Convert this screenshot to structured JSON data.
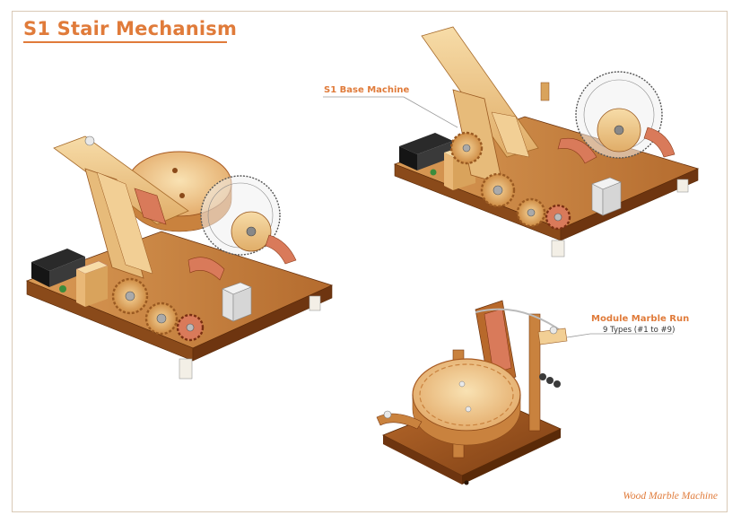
{
  "document": {
    "title": "S1 Stair Mechanism",
    "footer": "Wood Marble Machine"
  },
  "callouts": {
    "base_machine": "S1 Base Machine",
    "module_run": "Module Marble Run",
    "module_run_sub": "9 Types (#1 to #9)"
  },
  "colors": {
    "accent": "#e07b3a",
    "wood_light": "#f2c98a",
    "wood_mid": "#d9a35c",
    "wood_dark": "#a85a22",
    "copper": "#d97a5a",
    "frame": "#d9c9b6"
  },
  "icons": {
    "machine_assembly": "isometric-wood-machine",
    "base_machine": "isometric-base-machine",
    "module_run": "isometric-marble-run"
  }
}
